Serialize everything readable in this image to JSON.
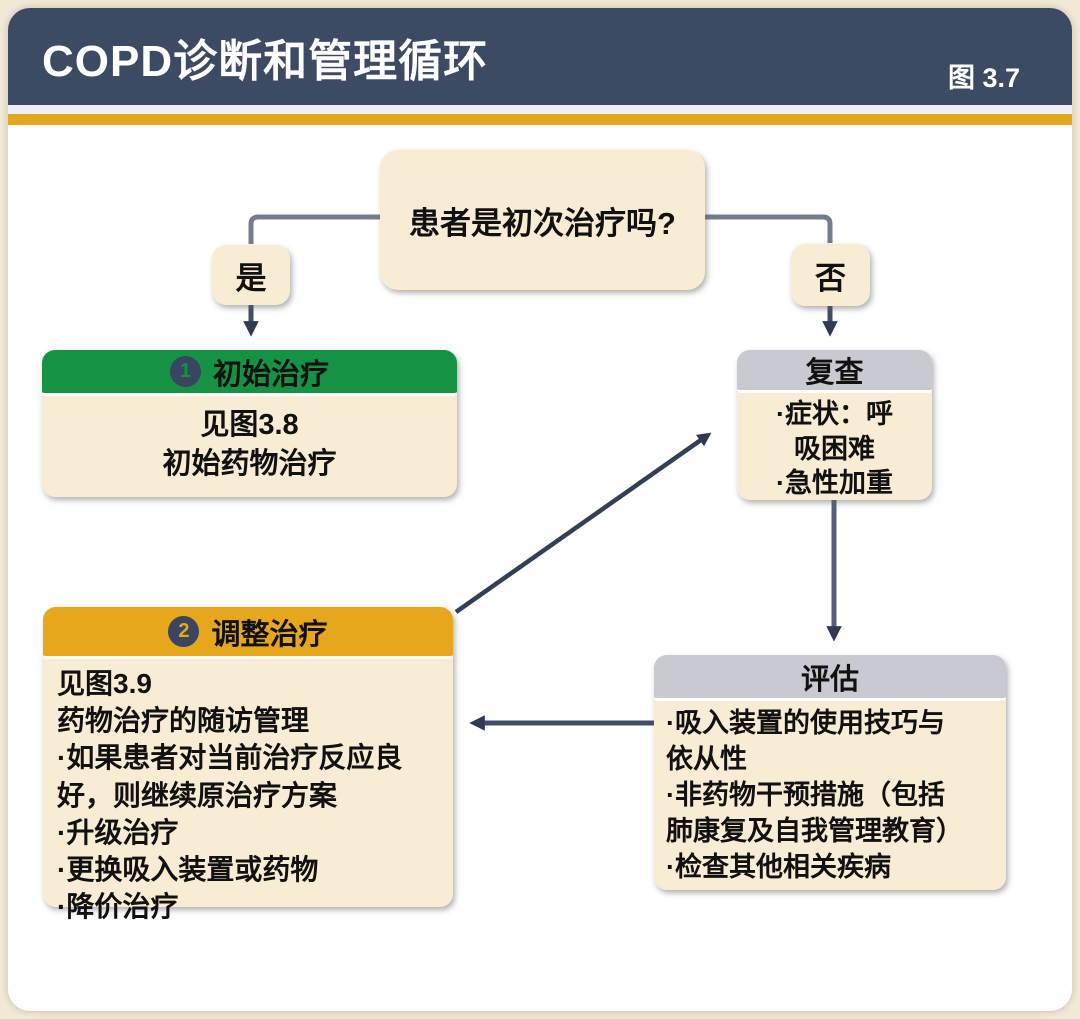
{
  "header": {
    "title": "COPD诊断和管理循环",
    "figure_label": "图 3.7"
  },
  "flow": {
    "question": "患者是初次治疗吗?",
    "yes_label": "是",
    "no_label": "否",
    "initial": {
      "badge": "1",
      "title": "初始治疗",
      "body": "见图3.8\n初始药物治疗"
    },
    "review": {
      "title": "复查",
      "body": "·症状：呼\n吸困难\n·急性加重"
    },
    "assess": {
      "title": "评估",
      "body": "·吸入装置的使用技巧与\n依从性\n·非药物干预措施（包括\n肺康复及自我管理教育）\n·检查其他相关疾病"
    },
    "adjust": {
      "badge": "2",
      "title": "调整治疗",
      "body": "见图3.9\n药物治疗的随访管理\n·如果患者对当前治疗反应良\n好，则继续原治疗方案\n·升级治疗\n·更换吸入装置或药物\n·降价治疗"
    }
  },
  "colors": {
    "header_navy": "#3d4a63",
    "gold_rule": "#e3a71e",
    "node_cream": "#f8ecd4",
    "initial_green": "#169245",
    "gray_header": "#c9cad1",
    "adjust_gold": "#e7a71d",
    "arrow_dark": "#3c4862",
    "elbow_gray": "#747d8d",
    "page_background": "#f1e8d5"
  }
}
